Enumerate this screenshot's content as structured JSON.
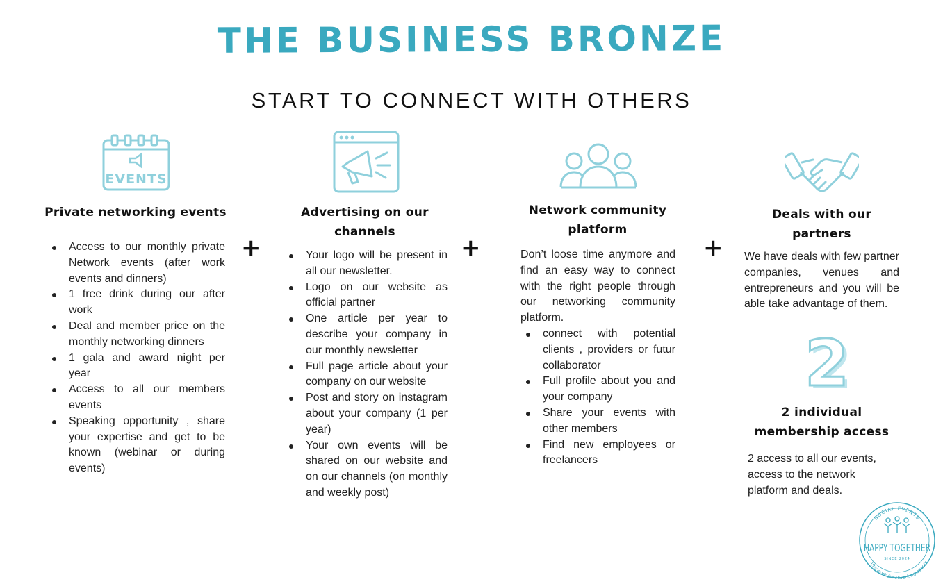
{
  "page": {
    "title": "THE BUSINESS BRONZE",
    "subtitle": "START TO CONNECT WITH OTHERS",
    "accent_color": "#3aa9bf",
    "icon_color": "#8fd0dc",
    "plus_symbol": "+"
  },
  "columns": [
    {
      "icon": "calendar-events-icon",
      "icon_text": "EVENTS",
      "heading": "Private networking events",
      "items": [
        "Access to our monthly private Network events (after work events and dinners)",
        "1 free drink during our after work",
        "Deal and member price on the monthly networking dinners",
        "1 gala and award night per year",
        "Access to all our members events",
        "Speaking opportunity , share your expertise and get to be known (webinar or during events)"
      ]
    },
    {
      "icon": "megaphone-browser-icon",
      "heading": "Advertising on our channels",
      "items": [
        "Your logo will be present in all our newsletter.",
        "Logo on our website as official partner",
        "One article per year to describe your company in our monthly newsletter",
        "Full page article about your company on our website",
        "Post and story on instagram about your company (1 per year)",
        "Your own events will be shared on our website and on our channels (on monthly and weekly post)"
      ]
    },
    {
      "icon": "community-group-icon",
      "heading": "Network community platform",
      "intro": "Don’t loose time anymore and find an easy way to connect with the right people through our networking community platform.",
      "items": [
        "connect with potential clients , providers or futur collaborator",
        "Full profile about you and your company",
        "Share your events with other members",
        "Find new employees or freelancers"
      ]
    },
    {
      "icon": "handshake-icon",
      "heading": "Deals with our partners",
      "intro": "We have deals with few partner companies, venues and entrepreneurs and you will be able take advantage of them.",
      "big_number": "2",
      "heading2": "2 individual membership access",
      "text2": "2 access to all our events, access to the network platform and deals."
    }
  ],
  "logo": {
    "top_text": "SOCIAL EVENTS",
    "main_text": "HAPPY TOGETHER",
    "since": "SINCE 2024",
    "bottom_text": "Afterwork & networking events"
  }
}
